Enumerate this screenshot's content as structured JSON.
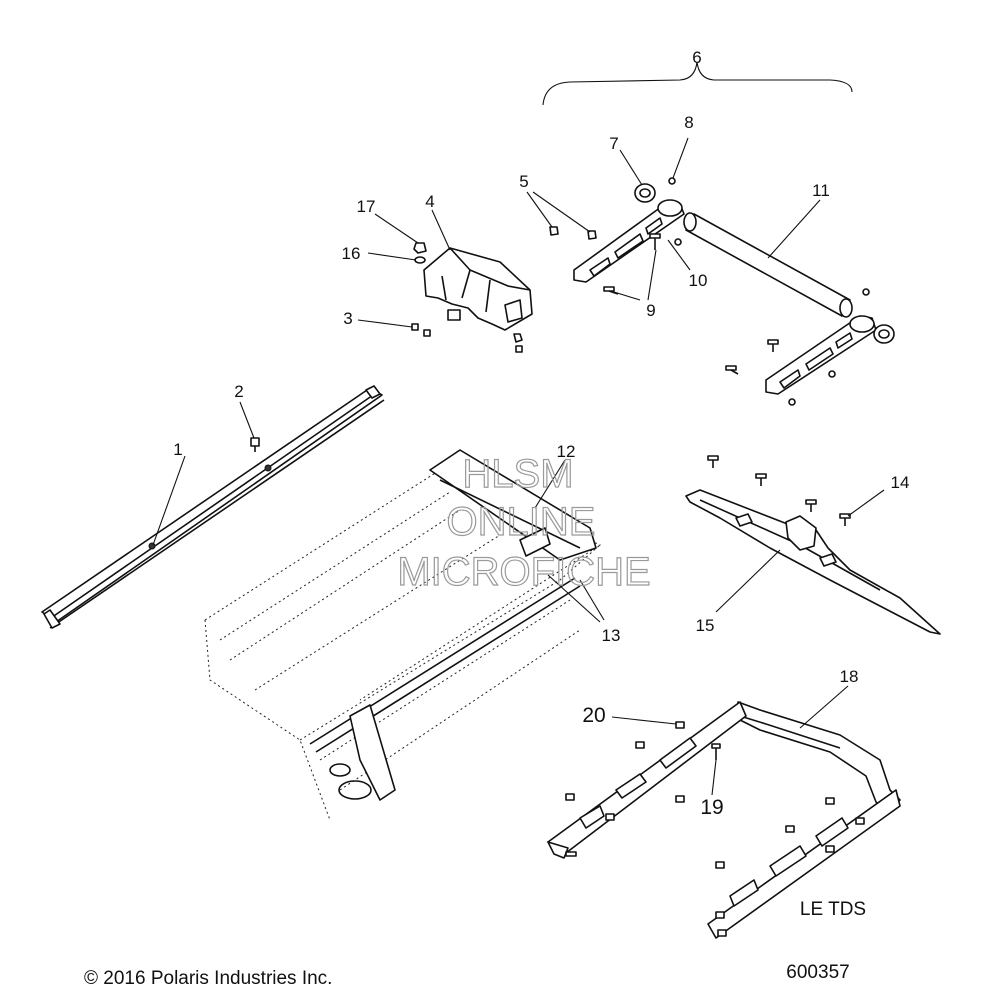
{
  "diagram": {
    "callouts": {
      "c1": "1",
      "c2": "2",
      "c3": "3",
      "c4": "4",
      "c5": "5",
      "c6": "6",
      "c7": "7",
      "c8": "8",
      "c9": "9",
      "c10": "10",
      "c11": "11",
      "c12": "12",
      "c13": "13",
      "c14": "14",
      "c15": "15",
      "c16": "16",
      "c17": "17",
      "c18": "18",
      "c19": "19",
      "c20": "20"
    },
    "variant_label": "LE TDS",
    "watermark": {
      "line1": "HLSM",
      "line2": "ONLINE",
      "line3": "MICROFICHE"
    }
  },
  "footer": {
    "copyright": "© 2016 Polaris Industries Inc.",
    "figure_number": "600357"
  }
}
